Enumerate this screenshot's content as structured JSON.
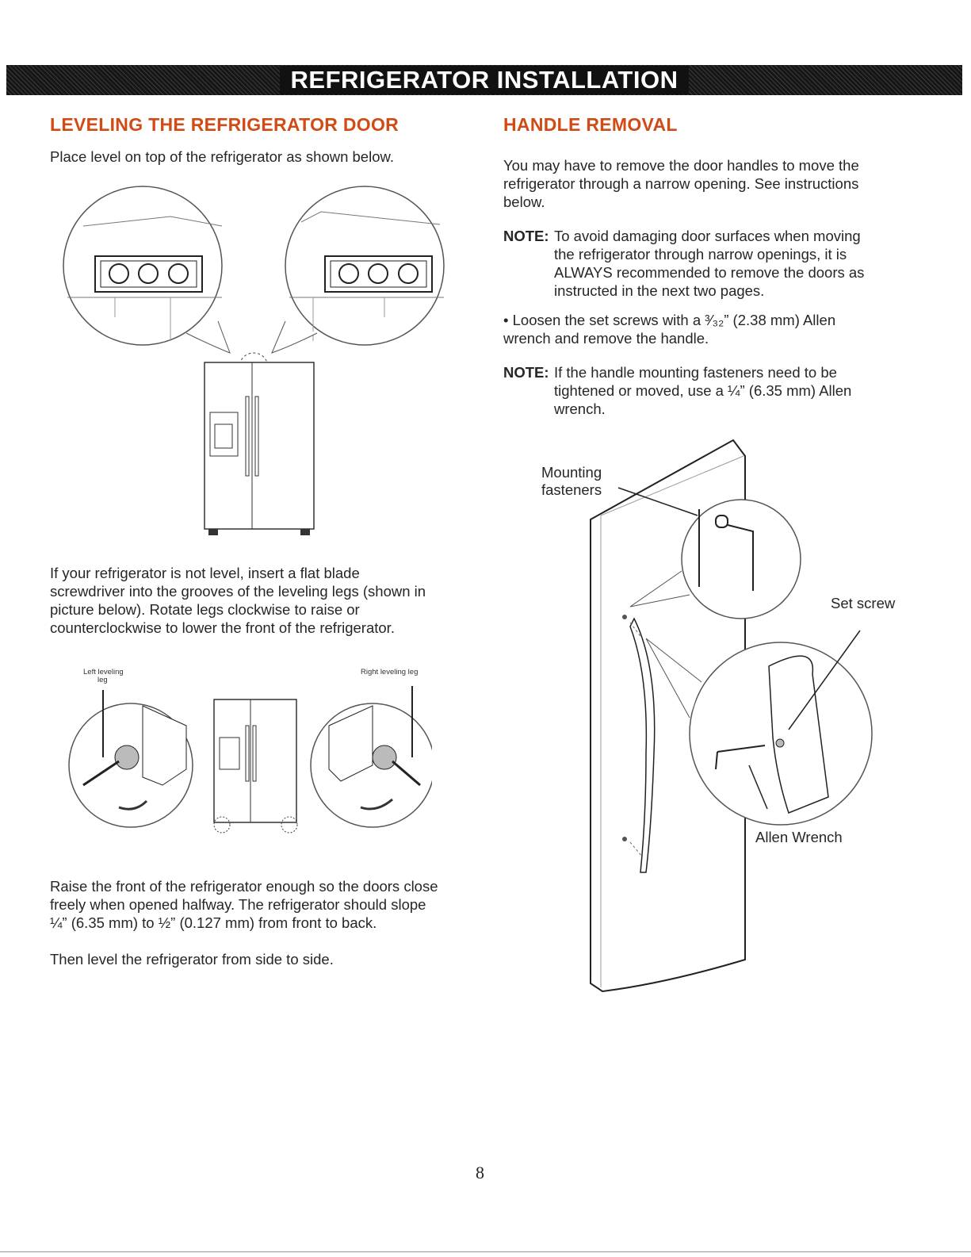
{
  "banner_title": "REFRIGERATOR INSTALLATION",
  "left": {
    "heading": "LEVELING THE REFRIGERATOR DOOR",
    "intro": "Place level on top of the refrigerator as shown below.",
    "level_paragraph": "If your refrigerator is not level, insert a flat blade screwdriver into the grooves of the leveling legs (shown in picture below). Rotate legs clockwise to raise or counterclockwise to lower the front of the refrigerator.",
    "left_leg_label_line1": "Left leveling",
    "left_leg_label_line2": "leg",
    "right_leg_label": "Right leveling leg",
    "slope_paragraph": "Raise the front of the refrigerator enough so the doors close freely when opened halfway. The refrigerator should slope ¼” (6.35 mm) to ½” (0.127 mm)  from front to back.",
    "side_paragraph": "Then level the refrigerator from side to side."
  },
  "right": {
    "heading": "HANDLE REMOVAL",
    "intro": "You may have to remove the door handles to move the refrigerator through a narrow opening. See instructions below.",
    "note1_label": "NOTE:",
    "note1_first": "To avoid damaging door surfaces when moving",
    "note1_rest": "the refrigerator through narrow openings, it is ALWAYS recommended to remove the doors as instructed in the next two pages.",
    "bullet": "• Loosen the set screws with a ³⁄₃₂” (2.38 mm) Allen wrench and remove the handle.",
    "note2_label": "NOTE:",
    "note2_first": "If the handle mounting fasteners need to be",
    "note2_rest": "tightened or moved, use a ¼” (6.35 mm) Allen wrench.",
    "label_mounting_1": "Mounting",
    "label_mounting_2": "fasteners",
    "label_set_screw": "Set screw",
    "label_allen_wrench": "Allen Wrench"
  },
  "page_number": "8"
}
